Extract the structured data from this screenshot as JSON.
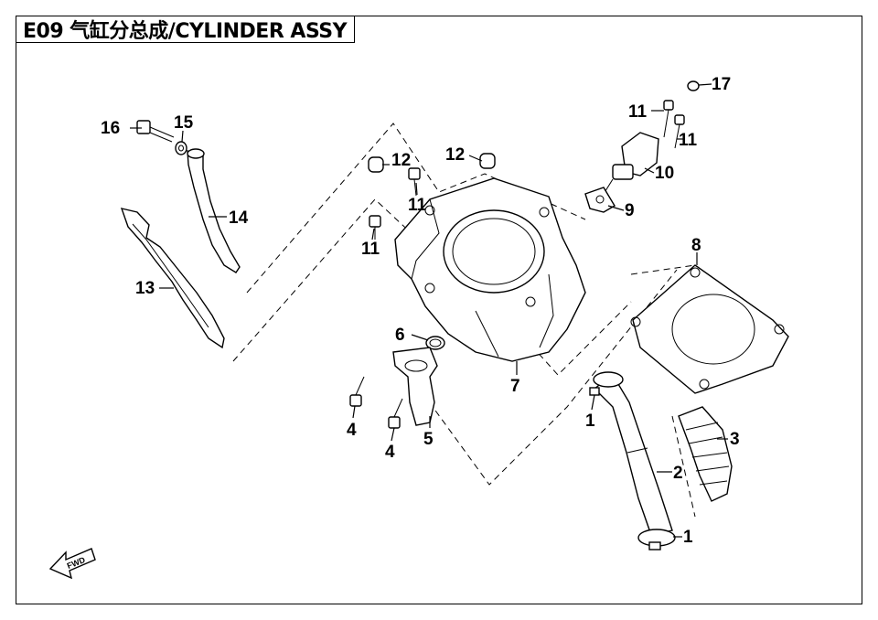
{
  "title": "E09 气缸分总成/CYLINDER ASSY",
  "fwd_label": "FWD",
  "callouts": {
    "c1a": "1",
    "c1b": "1",
    "c2": "2",
    "c3": "3",
    "c4a": "4",
    "c4b": "4",
    "c5": "5",
    "c6": "6",
    "c7": "7",
    "c8": "8",
    "c9": "9",
    "c10": "10",
    "c11a": "11",
    "c11b": "11",
    "c11c": "11",
    "c11d": "11",
    "c12a": "12",
    "c12b": "12",
    "c13": "13",
    "c14": "14",
    "c15": "15",
    "c16": "16",
    "c17": "17"
  }
}
